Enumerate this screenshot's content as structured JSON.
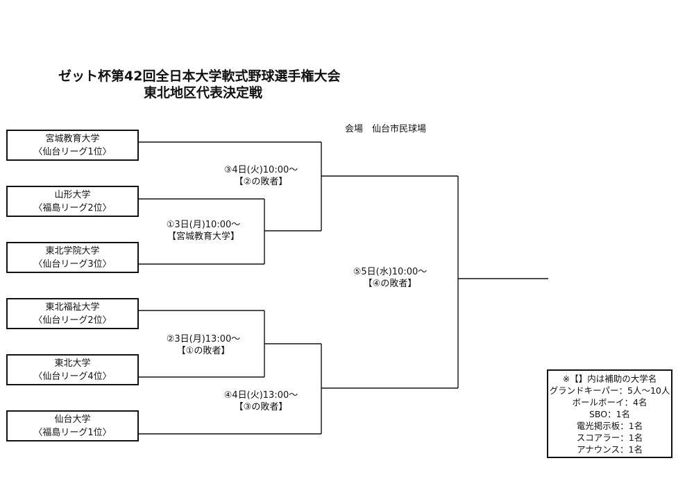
{
  "header": {
    "title_line1": "ゼット杯第42回全日本大学軟式野球選手権大会",
    "title_line2": "東北地区代表決定戦",
    "venue": "会場　仙台市民球場"
  },
  "teams": [
    {
      "name": "宮城教育大学",
      "league": "〈仙台リーグ1位〉"
    },
    {
      "name": "山形大学",
      "league": "〈福島リーグ2位〉"
    },
    {
      "name": "東北学院大学",
      "league": "〈仙台リーグ3位〉"
    },
    {
      "name": "東北福祉大学",
      "league": "〈仙台リーグ2位〉"
    },
    {
      "name": "東北大学",
      "league": "〈仙台リーグ4位〉"
    },
    {
      "name": "仙台大学",
      "league": "〈福島リーグ1位〉"
    }
  ],
  "matches": [
    {
      "schedule": "①3日(月)10:00～",
      "umpire": "【宮城教育大学】"
    },
    {
      "schedule": "②3日(月)13:00～",
      "umpire": "【①の敗者】"
    },
    {
      "schedule": "③4日(火)10:00～",
      "umpire": "【②の敗者】"
    },
    {
      "schedule": "④4日(火)13:00～",
      "umpire": "【③の敗者】"
    },
    {
      "schedule": "⑤5日(水)10:00～",
      "umpire": "【④の敗者】"
    }
  ],
  "notes": [
    "※【】内は補助の大学名",
    "グランドキーパー：5人～10人",
    "ボールボーイ：4名",
    "SBO：1名",
    "電光掲示板：1名",
    "スコアラー：1名",
    "アナウンス：1名"
  ]
}
